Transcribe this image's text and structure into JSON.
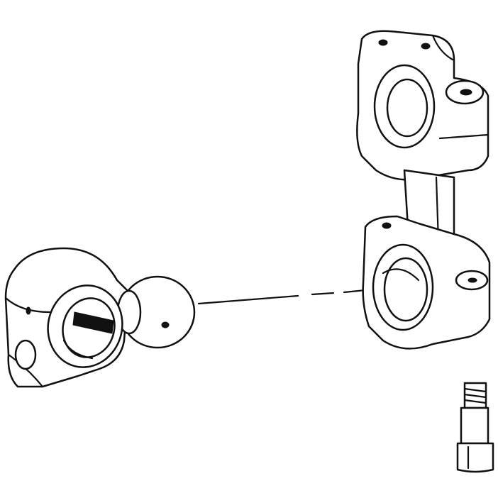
{
  "colors": {
    "background": "#ffffff",
    "ink": "#111111"
  },
  "parts": [
    "yoke-with-ball",
    "connecting-link",
    "shoulder-bolt"
  ]
}
